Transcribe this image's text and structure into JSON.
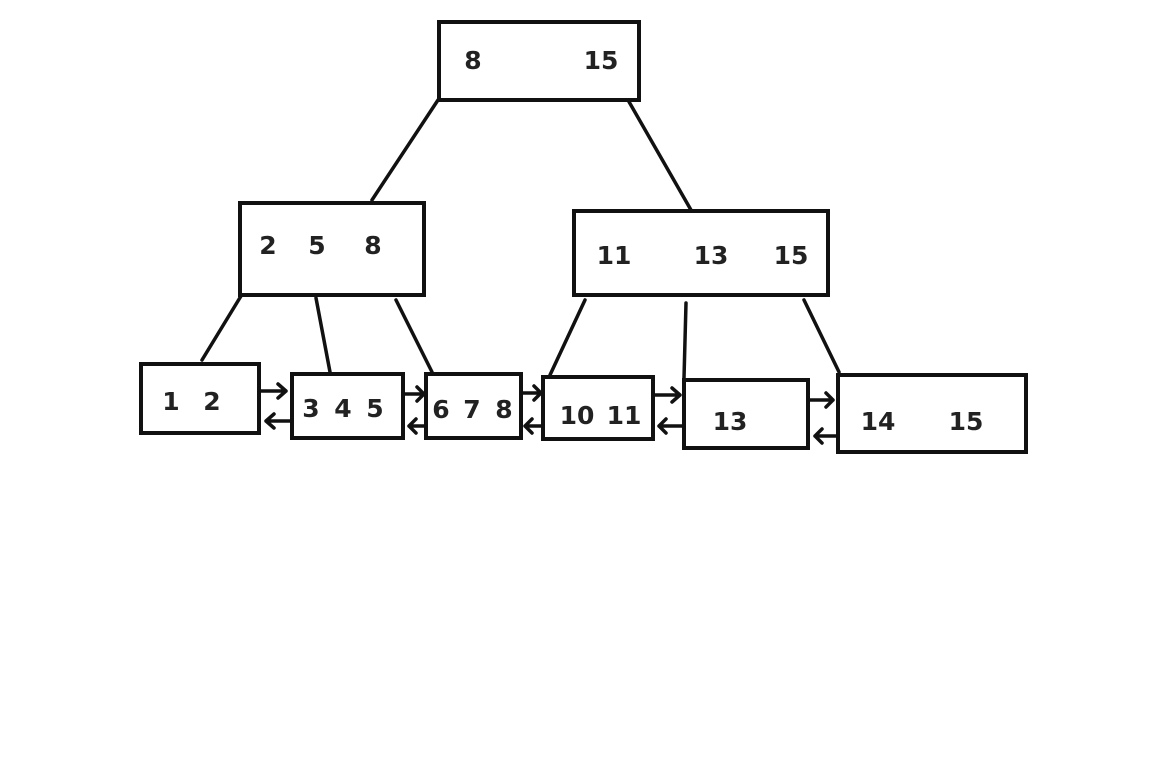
{
  "tree": {
    "root": {
      "keys": [
        "8",
        "15"
      ]
    },
    "internal": [
      {
        "keys": [
          "2",
          "5",
          "8"
        ]
      },
      {
        "keys": [
          "11",
          "13",
          "15"
        ]
      }
    ],
    "leaves": [
      {
        "keys": [
          "1",
          "2"
        ]
      },
      {
        "keys": [
          "3",
          "4",
          "5"
        ]
      },
      {
        "keys": [
          "6",
          "7",
          "8"
        ]
      },
      {
        "keys": [
          "10",
          "11"
        ]
      },
      {
        "keys": [
          "13"
        ]
      },
      {
        "keys": [
          "14",
          "15"
        ]
      }
    ]
  },
  "colors": {
    "stroke": "#111111",
    "text": "#222222",
    "background": "#ffffff"
  }
}
